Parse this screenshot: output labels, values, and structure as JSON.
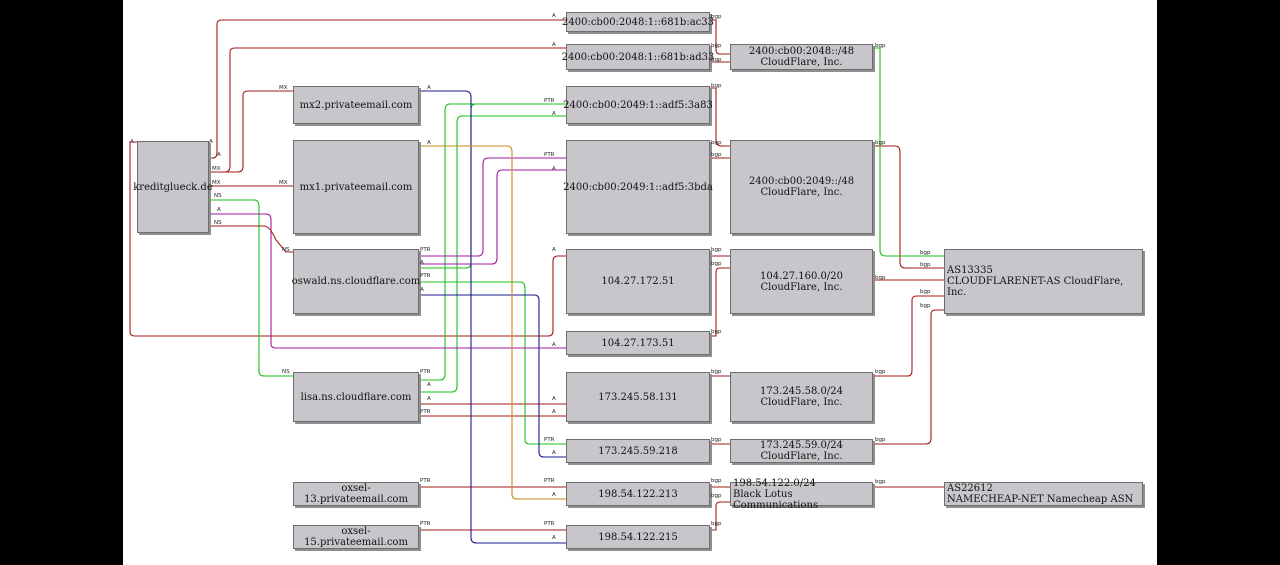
{
  "nodes": [
    {
      "id": "kredit",
      "label": "kreditglueck.de"
    },
    {
      "id": "mx2",
      "label": "mx2.privateemail.com"
    },
    {
      "id": "mx1",
      "label": "mx1.privateemail.com"
    },
    {
      "id": "oswald",
      "label": "oswald.ns.cloudflare.com"
    },
    {
      "id": "lisa",
      "label": "lisa.ns.cloudflare.com"
    },
    {
      "id": "oxsel13",
      "label": "oxsel-13.privateemail.com"
    },
    {
      "id": "oxsel15",
      "label": "oxsel-15.privateemail.com"
    },
    {
      "id": "ip6_ac33",
      "label": "2400:cb00:2048:1::681b:ac33"
    },
    {
      "id": "ip6_ad33",
      "label": "2400:cb00:2048:1::681b:ad33"
    },
    {
      "id": "ip6_3a83",
      "label": "2400:cb00:2049:1::adf5:3a83"
    },
    {
      "id": "ip6_3bda",
      "label": "2400:cb00:2049:1::adf5:3bda"
    },
    {
      "id": "ip_172",
      "label": "104.27.172.51"
    },
    {
      "id": "ip_173",
      "label": "104.27.173.51"
    },
    {
      "id": "ip_58",
      "label": "173.245.58.131"
    },
    {
      "id": "ip_59",
      "label": "173.245.59.218"
    },
    {
      "id": "ip_213",
      "label": "198.54.122.213"
    },
    {
      "id": "ip_215",
      "label": "198.54.122.215"
    },
    {
      "id": "net_2048",
      "label": "2400:cb00:2048::/48\nCloudFlare, Inc."
    },
    {
      "id": "net_2049",
      "label": "2400:cb00:2049::/48\nCloudFlare, Inc."
    },
    {
      "id": "net_104",
      "label": "104.27.160.0/20\nCloudFlare, Inc."
    },
    {
      "id": "net_58",
      "label": "173.245.58.0/24\nCloudFlare, Inc."
    },
    {
      "id": "net_59",
      "label": "173.245.59.0/24\nCloudFlare, Inc."
    },
    {
      "id": "net_198",
      "label": "198.54.122.0/24\nBlack Lotus Communications"
    },
    {
      "id": "as13335",
      "label": "AS13335\nCLOUDFLARENET-AS CloudFlare, Inc."
    },
    {
      "id": "as22612",
      "label": "AS22612\nNAMECHEAP-NET Namecheap ASN"
    }
  ],
  "edge_labels": {
    "a": "A",
    "mx": "MX",
    "ns": "NS",
    "ptr": "PTR",
    "bgp": "bgp"
  },
  "colors": {
    "red": "#a31a1a",
    "green": "#19c019",
    "purple": "#a11aa1",
    "blue": "#1a1a8f",
    "orange": "#c88a1a"
  }
}
